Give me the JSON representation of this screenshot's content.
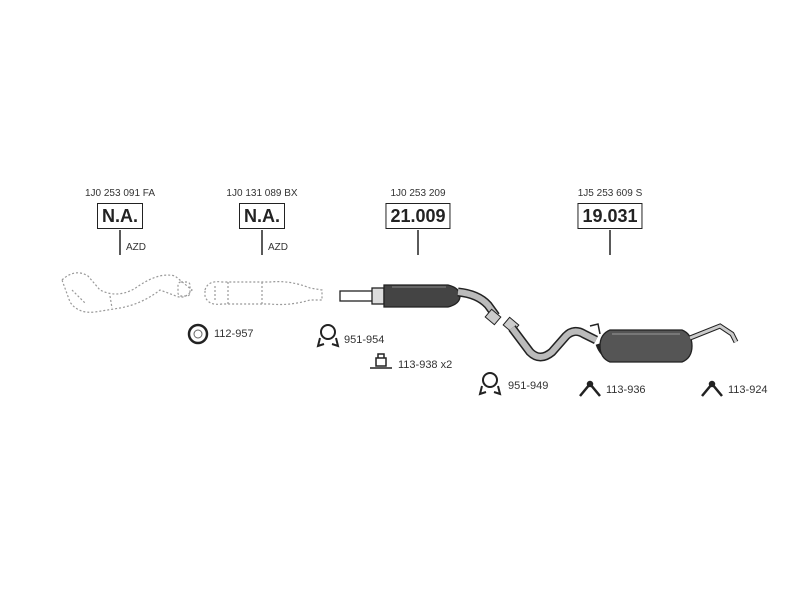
{
  "parts": [
    {
      "oem": "1J0 253 091 FA",
      "ref": "N.A.",
      "note": "AZD"
    },
    {
      "oem": "1J0 131 089 BX",
      "ref": "N.A.",
      "note": "AZD"
    },
    {
      "oem": "1J0 253 209",
      "ref": "21.009",
      "note": ""
    },
    {
      "oem": "1J5 253 609 S",
      "ref": "19.031",
      "note": ""
    }
  ],
  "accessories": [
    {
      "label": "112-957",
      "icon": "gasket-ring-icon"
    },
    {
      "label": "951-954",
      "icon": "clamp-icon"
    },
    {
      "label": "113-938 x2",
      "icon": "mounting-bracket-icon"
    },
    {
      "label": "951-949",
      "icon": "clamp-icon"
    },
    {
      "label": "113-936",
      "icon": "rubber-hanger-icon"
    },
    {
      "label": "113-924",
      "icon": "rubber-hanger-icon"
    }
  ]
}
